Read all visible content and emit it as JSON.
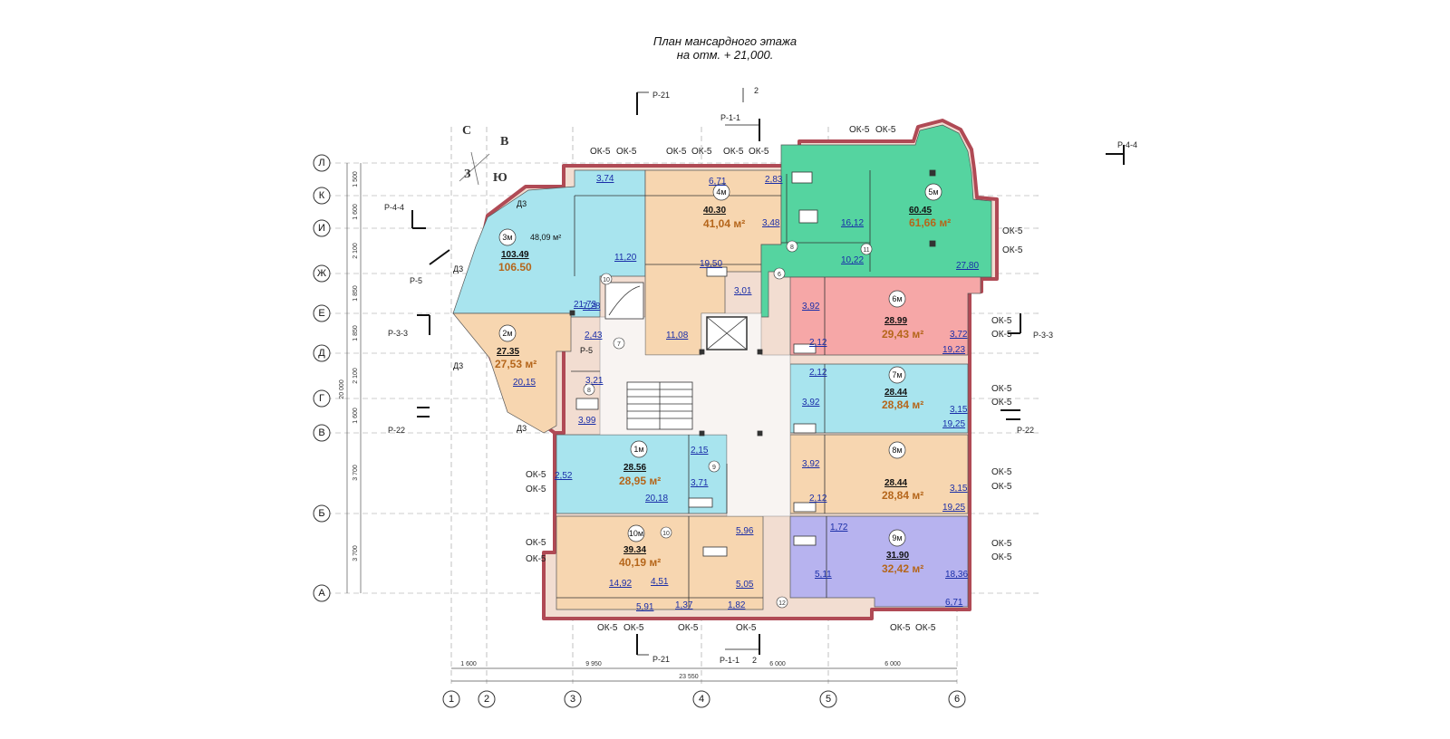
{
  "title": {
    "line1": "План мансардного этажа",
    "line2": "на отм. + 21,000."
  },
  "colors": {
    "blue": "#a8e4ee",
    "orange": "#f7d6b0",
    "green": "#55d4a0",
    "pink": "#f6a7a7",
    "lilac": "#b7b3ef",
    "wall": "#b04a55"
  },
  "compass": {
    "n": "С",
    "e": "В",
    "s": "Ю",
    "w": "З"
  },
  "axes_rows": [
    "Л",
    "К",
    "И",
    "Ж",
    "Е",
    "Д",
    "Г",
    "В",
    "Б",
    "А"
  ],
  "axes_cols": [
    "1",
    "2",
    "3",
    "4",
    "5",
    "6"
  ],
  "row_dims": [
    "1 500",
    "1 600",
    "2 100",
    "1 850",
    "1 850",
    "2 100",
    "1 600",
    "3 700",
    "3 700"
  ],
  "row_total": "20 000",
  "col_dims": {
    "a": "1 600",
    "b": "9 950",
    "c": "6 000",
    "d": "6 000",
    "total": "23 550"
  },
  "section_marks": {
    "p21": "Р-21",
    "p11": "Р-1-1",
    "two": "2",
    "p44": "Р-4-4",
    "p5": "Р-5",
    "p33": "Р-3-3",
    "p22": "Р-22"
  },
  "window_label": "ОК-5",
  "door_label": "Д3",
  "apartments": [
    {
      "id": "3м",
      "area": "103.49",
      "total": "106.50",
      "rooms": [
        "48,09 м²",
        "11,20",
        "21,73",
        "7,28",
        "2,43"
      ]
    },
    {
      "id": "4м",
      "area": "40.30",
      "total": "41,04 м²",
      "rooms": [
        "6,71",
        "19,50",
        "3,01",
        "11,08"
      ]
    },
    {
      "id": "5м",
      "area": "60.45",
      "total": "61,66 м²",
      "rooms": [
        "16,12",
        "3,48",
        "10,22",
        "27,80",
        "2,83"
      ]
    },
    {
      "id": "2м",
      "area": "27.35",
      "total": "27,53 м²",
      "rooms": [
        "20,15",
        "3,21",
        "3,99"
      ]
    },
    {
      "id": "6м",
      "area": "28.99",
      "total": "29,43 м²",
      "rooms": [
        "3,92",
        "2,12",
        "3,72",
        "19,23"
      ]
    },
    {
      "id": "7м",
      "area": "28.44",
      "total": "28,84 м²",
      "rooms": [
        "2,12",
        "3,92",
        "19,25",
        "3,15"
      ]
    },
    {
      "id": "1м",
      "area": "28.56",
      "total": "28,95 м²",
      "rooms": [
        "2,52",
        "20,18",
        "2,15",
        "3,71"
      ]
    },
    {
      "id": "8м",
      "area": "28.44",
      "total": "28,84 м²",
      "rooms": [
        "3,92",
        "2,12",
        "19,25",
        "3,15"
      ]
    },
    {
      "id": "10м",
      "area": "39.34",
      "total": "40,19 м²",
      "rooms": [
        "14,92",
        "4,51",
        "5,96",
        "5,05",
        "5,91",
        "1,37",
        "1,82"
      ]
    },
    {
      "id": "9м",
      "area": "31.90",
      "total": "32,42 м²",
      "rooms": [
        "1,72",
        "5,11",
        "18,36",
        "6,71"
      ]
    }
  ],
  "room_3m_extra": "3,74",
  "markers": [
    "6",
    "7",
    "8",
    "9",
    "10",
    "11",
    "12"
  ],
  "small_label": "Р-5"
}
